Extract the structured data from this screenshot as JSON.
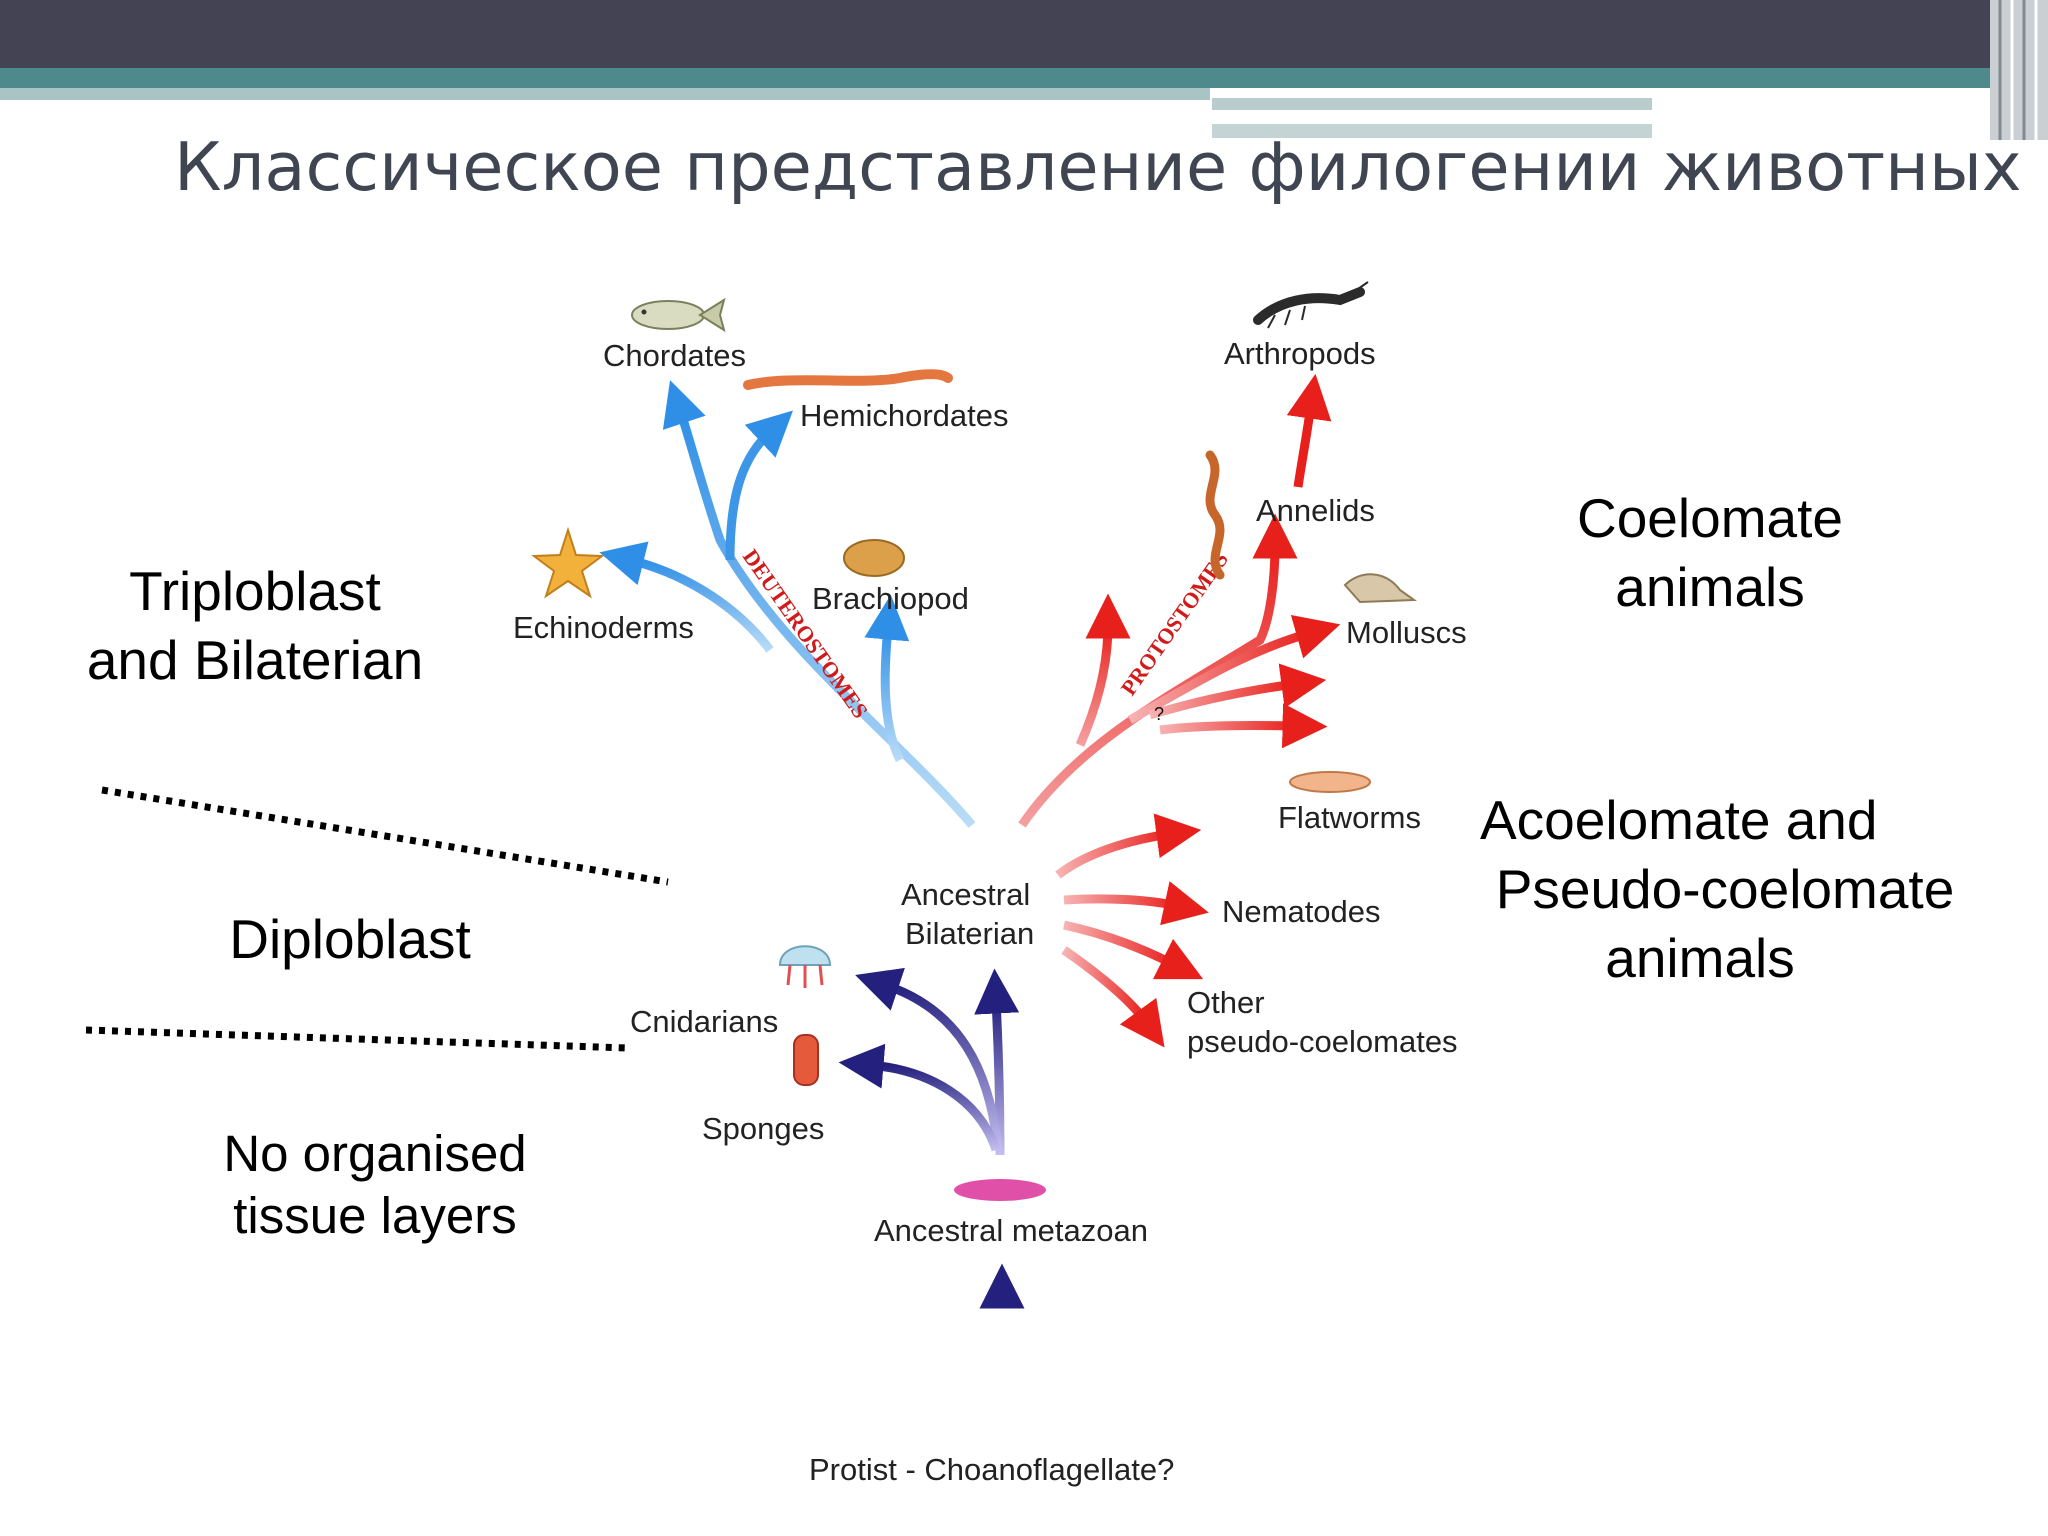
{
  "slide": {
    "title": "Классическое представление филогении животных"
  },
  "diagram": {
    "taxa": {
      "chordates": "Chordates",
      "hemichordates": "Hemichordates",
      "echinoderms": "Echinoderms",
      "brachiopod": "Brachiopod",
      "arthropods": "Arthropods",
      "annelids": "Annelids",
      "molluscs": "Molluscs",
      "flatworms": "Flatworms",
      "nematodes": "Nematodes",
      "other_line1": "Other",
      "other_line2": "pseudo-coelomates",
      "cnidarians": "Cnidarians",
      "sponges": "Sponges",
      "ancestral_bilaterian_line1": "Ancestral",
      "ancestral_bilaterian_line2": "Bilaterian",
      "ancestral_metazoan": "Ancestral metazoan",
      "protist": "Protist - Choanoflagellate?"
    },
    "clade_labels": {
      "deuterostomes": "DEUTEROSTOMES",
      "protostomes": "PROTOSTOMES",
      "question": "?"
    },
    "annotations": {
      "triploblast_line1": "Triploblast",
      "triploblast_line2": "and Bilaterian",
      "diploblast": "Diploblast",
      "no_tissue_line1": "No organised",
      "no_tissue_line2": "tissue layers",
      "coelomate_line1": "Coelomate",
      "coelomate_line2": "animals",
      "acoelomate_line1": "Acoelomate and",
      "acoelomate_line2": "Pseudo-coelomate",
      "acoelomate_line3": "animals"
    },
    "colors": {
      "deuterostome_branch": "#2f8fe6",
      "protostome_branch": "#e8201c",
      "basal_branch": "#2b2a8c",
      "header_dark": "#434354",
      "header_teal": "#4e8a8c",
      "header_light": "#a8c4c4"
    }
  }
}
